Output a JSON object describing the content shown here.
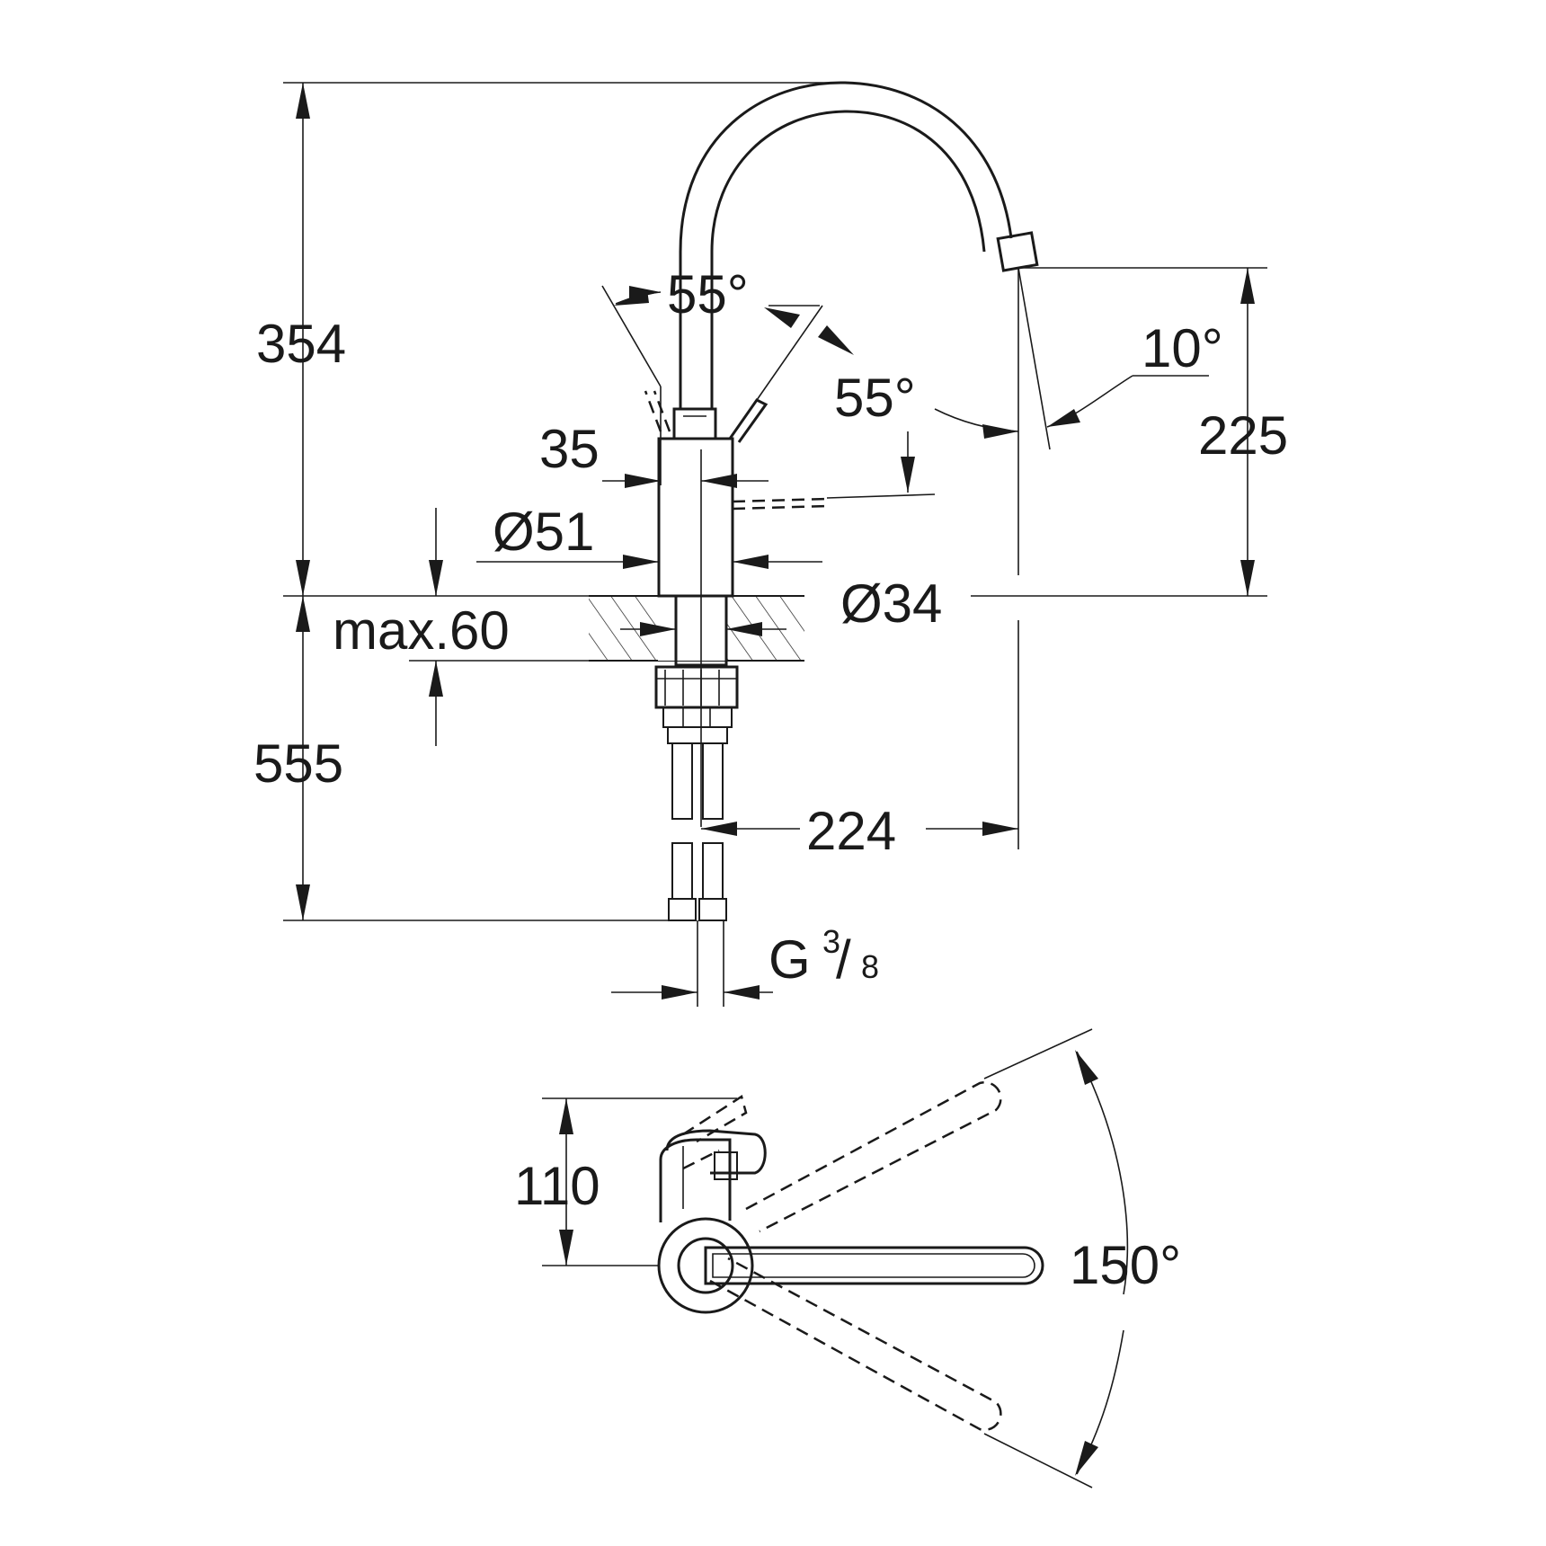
{
  "side_view": {
    "dimensions": {
      "total_height": "354",
      "spout_height": "225",
      "below_deck": "555",
      "spout_reach": "224",
      "lever_offset": "35",
      "body_diameter": "Ø51",
      "shank_diameter": "Ø34",
      "max_deck": "max.60",
      "lever_angle_left": "55°",
      "lever_angle_right": "55°",
      "spout_tilt": "10°",
      "connection_thread_main": "G",
      "connection_thread_num": "3",
      "connection_thread_den": "8"
    }
  },
  "top_view": {
    "dimensions": {
      "lever_depth": "110",
      "swivel_angle": "150°"
    }
  }
}
